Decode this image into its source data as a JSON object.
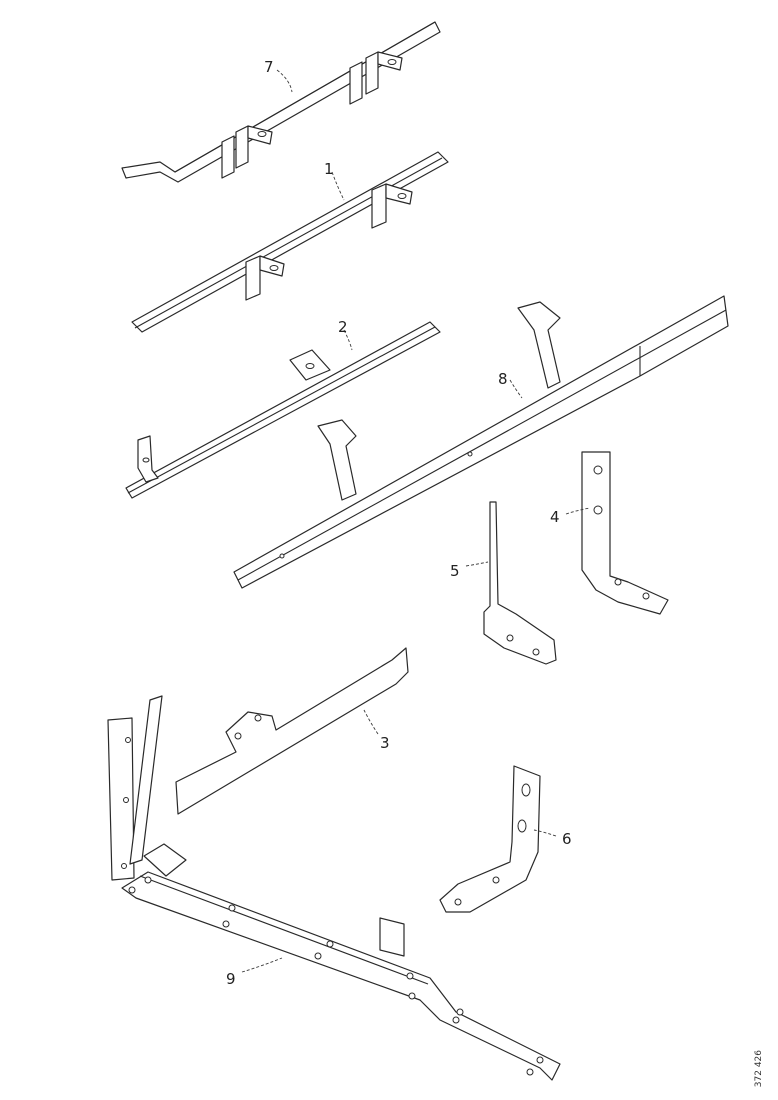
{
  "callouts": {
    "c7": "7",
    "c1": "1",
    "c2": "2",
    "c8": "8",
    "c4": "4",
    "c5": "5",
    "c3": "3",
    "c6": "6",
    "c9": "9"
  },
  "reference_code": "372 426",
  "colors": {
    "line": "#2a2a2a",
    "background": "#ffffff"
  }
}
